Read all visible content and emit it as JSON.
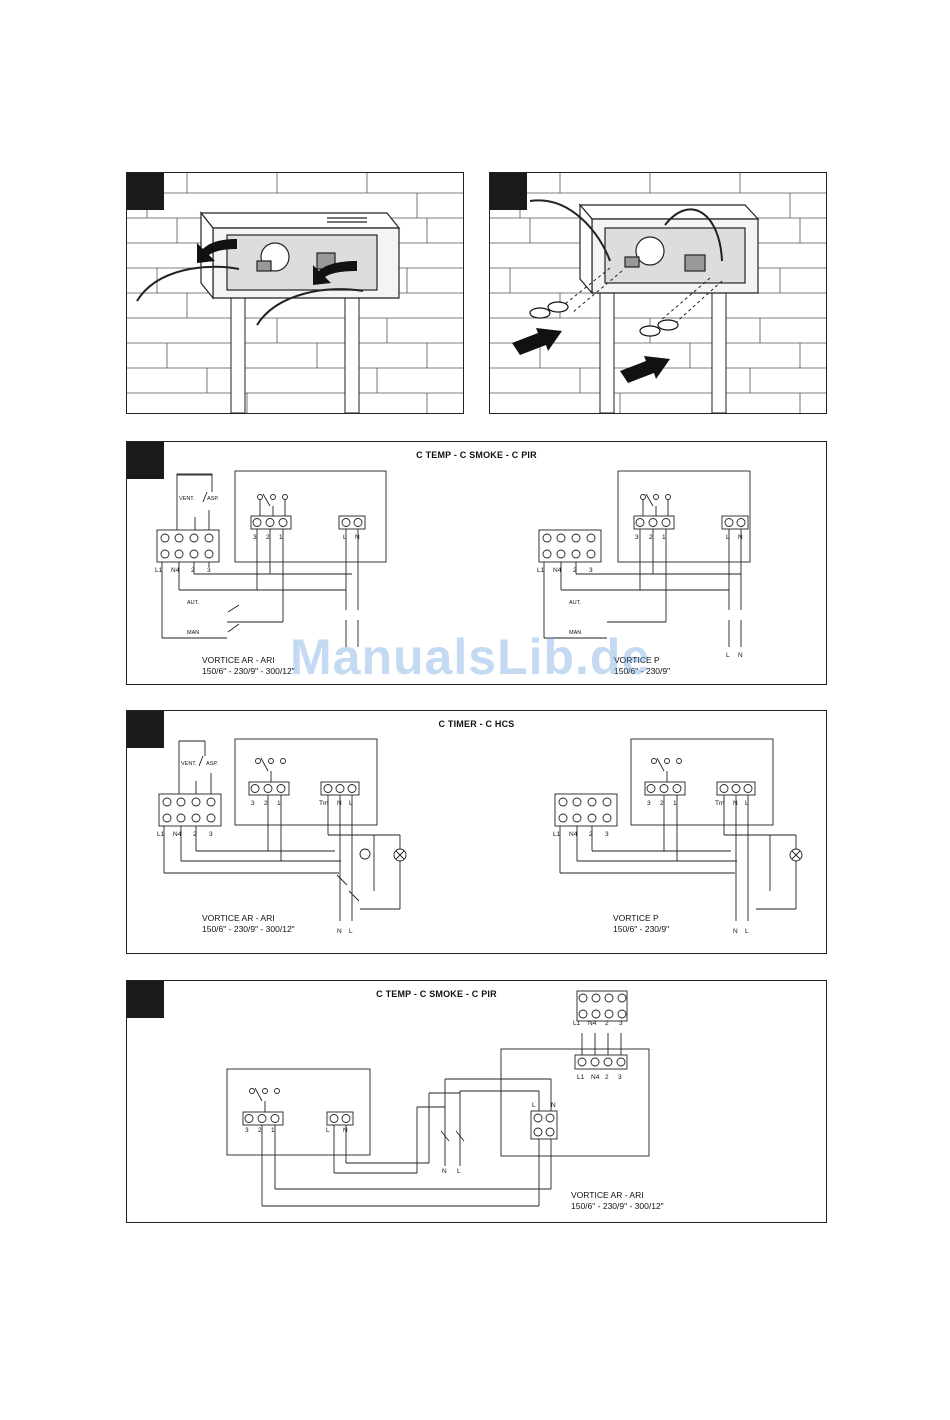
{
  "panels": {
    "install_1": {},
    "install_2": {},
    "wiring_a": {
      "title": "C TEMP - C SMOKE - C PIR",
      "left_model": [
        "VORTICE AR - ARI",
        "150/6\" - 230/9\" - 300/12\""
      ],
      "right_model": [
        "VORTICE P",
        "150/6\" - 230/9\""
      ],
      "terminal_left": [
        "L1",
        "N4",
        "2",
        "3"
      ],
      "switch_labels": [
        "VENT.",
        "ASP."
      ],
      "controller_terminals": [
        "3",
        "2",
        "1",
        "L",
        "N"
      ],
      "aut_label": "AUT.",
      "man_label": "MAN",
      "line_labels": [
        "L",
        "N"
      ]
    },
    "wiring_b": {
      "title": "C TIMER  -  C HCS",
      "left_model": [
        "VORTICE AR - ARI",
        "150/6\" - 230/9\" - 300/12\""
      ],
      "right_model": [
        "VORTICE P",
        "150/6\" - 230/9\""
      ],
      "terminal_left": [
        "L1",
        "N4",
        "2",
        "3"
      ],
      "switch_labels": [
        "VENT.",
        "ASP."
      ],
      "controller_terminals": [
        "3",
        "2",
        "1",
        "Tm",
        "N",
        "L"
      ],
      "line_labels": [
        "N",
        "L"
      ]
    },
    "wiring_c": {
      "title": "C TEMP - C SMOKE - C PIR",
      "model": [
        "VORTICE AR - ARI",
        "150/6\" - 230/9\" - 300/12\""
      ],
      "terminal_top": [
        "L1",
        "N4",
        "2",
        "3"
      ],
      "controller_terminals": [
        "3",
        "2",
        "1",
        "L",
        "N"
      ],
      "unit_terminals": [
        "L",
        "N"
      ],
      "line_labels": [
        "N",
        "L"
      ]
    }
  },
  "watermark": "ManualsLib.de"
}
